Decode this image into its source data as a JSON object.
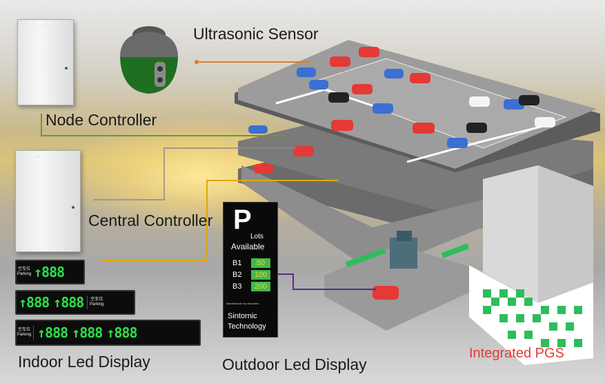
{
  "labels": {
    "ultrasonic_sensor": "Ultrasonic Sensor",
    "node_controller": "Node Controller",
    "central_controller": "Central Controller",
    "indoor_led_display": "Indoor Led Display",
    "outdoor_led_display": "Outdoor Led Display",
    "integrated_pgs": "Integrated PGS"
  },
  "indoor_displays": [
    {
      "tag": "空车位 Parking",
      "groups": [
        "↑888"
      ]
    },
    {
      "tag": "空车位 Parking",
      "groups": [
        "↑888",
        "↑888"
      ]
    },
    {
      "tag": "空车位 Parking",
      "groups": [
        "↑888",
        "↑888",
        "↑888"
      ]
    }
  ],
  "outdoor_display": {
    "symbol": "P",
    "lots": "Lots",
    "available": "Available",
    "rows": [
      {
        "level": "B1",
        "count": "50"
      },
      {
        "level": "B2",
        "count": "100"
      },
      {
        "level": "B3",
        "count": "200"
      }
    ],
    "manufacturer": "Manufacturer by shenzhen",
    "company": "Sintornic Technology"
  },
  "colors": {
    "accent_red": "#e53935",
    "led_green": "#2de04a",
    "line_orange": "#e07b28",
    "line_green": "#6a9a2a",
    "line_yellow": "#e0a800",
    "line_purple": "#5b2a8c",
    "line_gray": "#8a8a8a"
  }
}
